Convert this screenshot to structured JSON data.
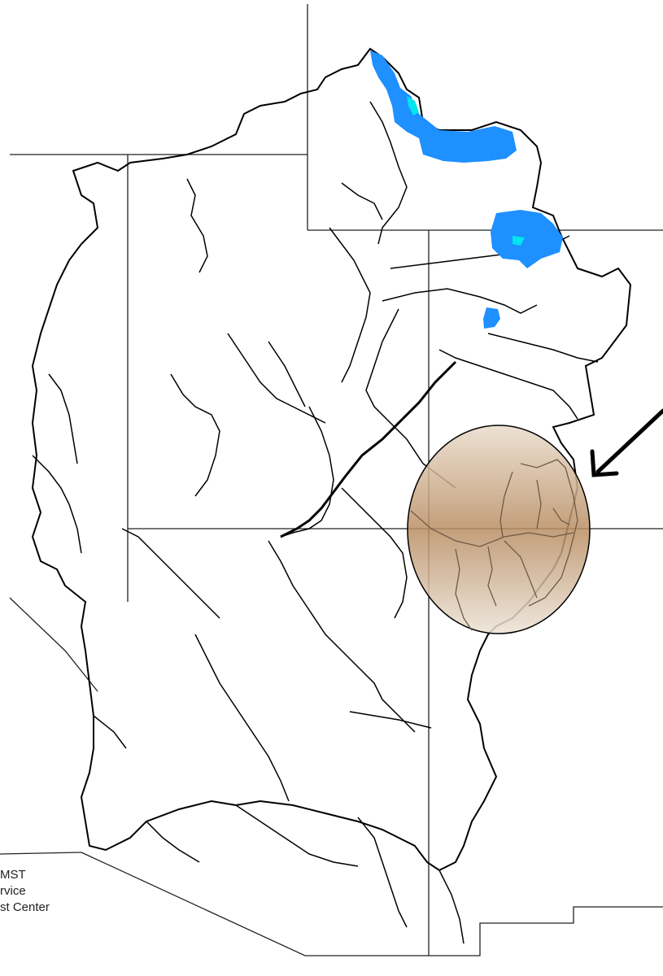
{
  "map": {
    "credit_lines": [
      "MST",
      "rvice",
      "st Center"
    ],
    "colors": {
      "background": "#ffffff",
      "boundary": "#000000",
      "state_line": "#222222",
      "snow_primary": "#1e90ff",
      "snow_accent": "#00e5ee",
      "highlight_fill": "#c8a57a",
      "highlight_stroke": "#000000",
      "arrow": "#000000"
    },
    "features": [
      {
        "name": "snow-area-north",
        "kind": "fill"
      },
      {
        "name": "snow-area-central",
        "kind": "fill"
      },
      {
        "name": "highlight-circle",
        "kind": "callout"
      },
      {
        "name": "pointer-arrow-icon",
        "kind": "annotation"
      }
    ]
  }
}
